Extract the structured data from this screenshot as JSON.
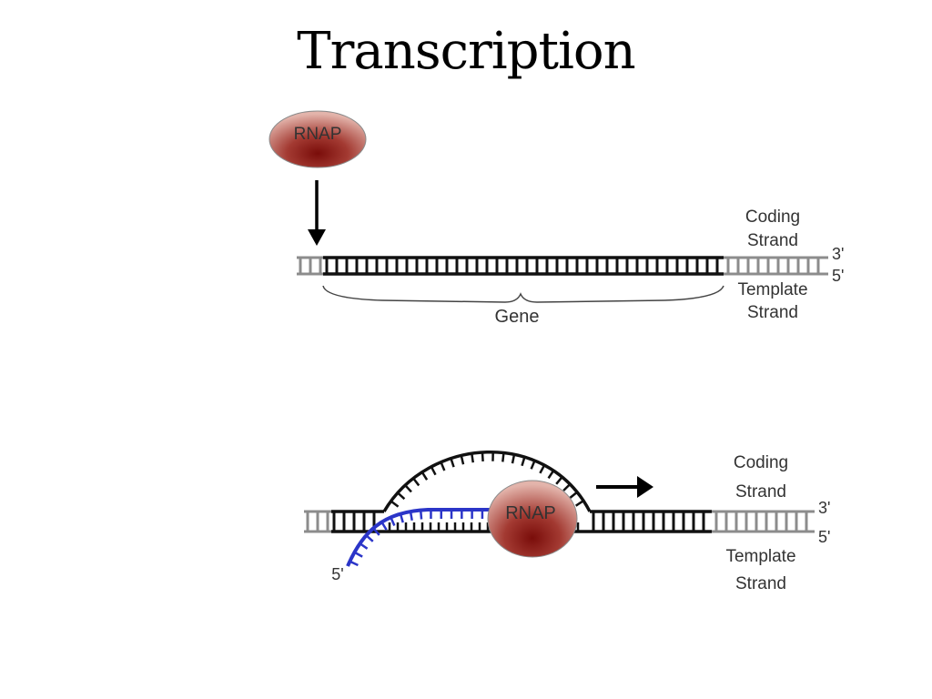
{
  "slide": {
    "title": "Transcription"
  },
  "panel_top": {
    "rnap_label": "RNAP",
    "coding_label_line1": "Coding",
    "coding_label_line2": "Strand",
    "template_label_line1": "Template",
    "template_label_line2": "Strand",
    "end_top": "3'",
    "end_bottom": "5'",
    "gene_label": "Gene"
  },
  "panel_bottom": {
    "rnap_label": "RNAP",
    "coding_label_line1": "Coding",
    "coding_label_line2": "Strand",
    "template_label_line1": "Template",
    "template_label_line2": "Strand",
    "end_top": "3'",
    "end_bottom": "5'",
    "rna_end": "5'"
  },
  "colors": {
    "dna_dark": "#111111",
    "dna_light": "#8c8c8c",
    "rna": "#2b35c8",
    "rnap_fill": "#a33a32"
  }
}
